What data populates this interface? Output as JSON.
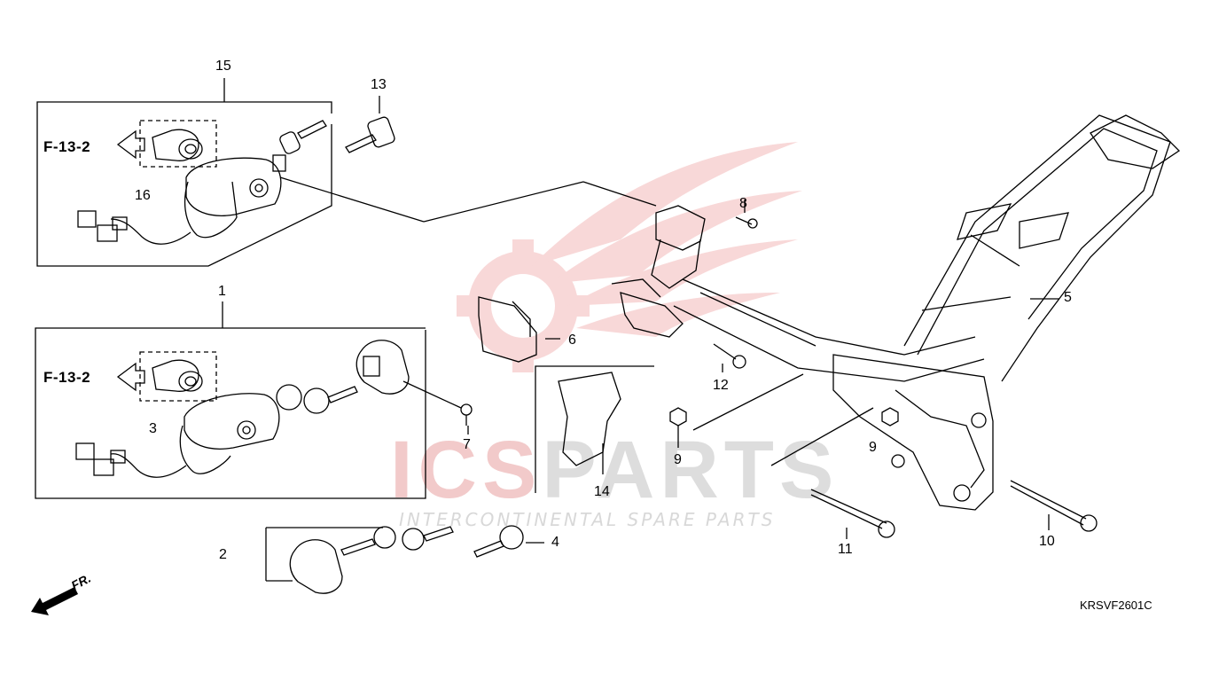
{
  "diagram": {
    "code": "KRSVF2601C",
    "reference_label": "F-13-2",
    "front_label": "FR.",
    "callouts": {
      "c1": "1",
      "c2": "2",
      "c3": "3",
      "c4": "4",
      "c5": "5",
      "c6": "6",
      "c7": "7",
      "c8": "8",
      "c9a": "9",
      "c9b": "9",
      "c10": "10",
      "c11": "11",
      "c12": "12",
      "c13": "13",
      "c14": "14",
      "c15": "15",
      "c16": "16"
    }
  },
  "watermark": {
    "brand": "ICSPARTS",
    "tagline": "INTERCONTINENTAL SPARE PARTS",
    "brand_color": "#e06060",
    "grey_color": "#d4d4d4"
  }
}
